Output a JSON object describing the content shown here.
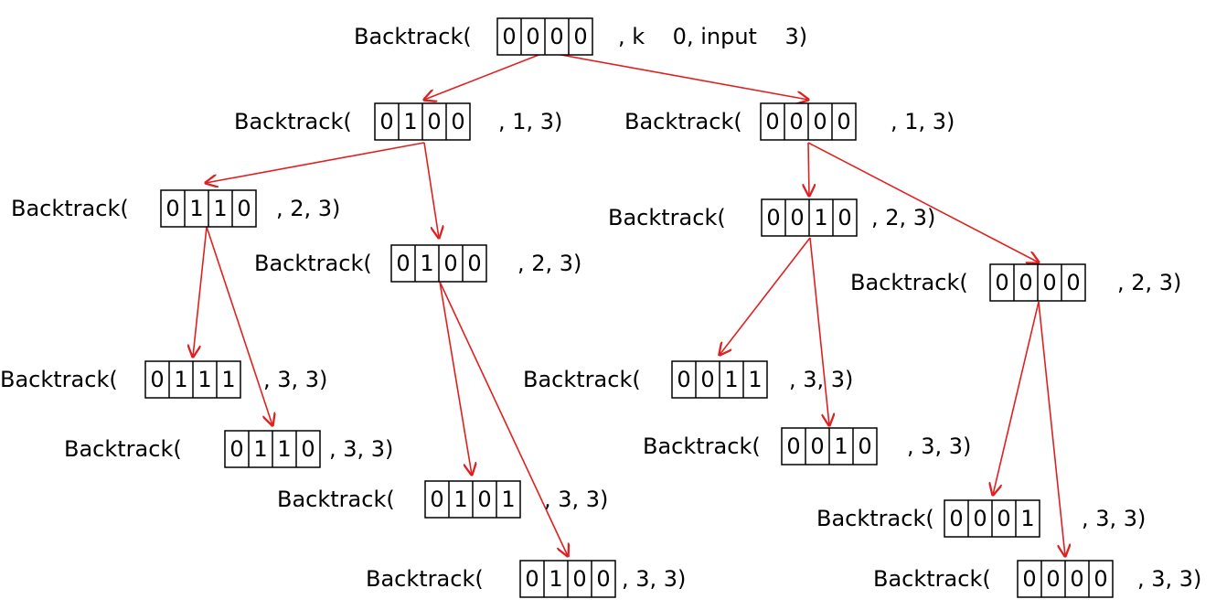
{
  "colors": {
    "edge": "#e02020",
    "text": "#000000",
    "background": "#ffffff"
  },
  "nodes": [
    {
      "id": "n0",
      "label": "Backtrack(",
      "bits": [
        "0",
        "0",
        "0",
        "0"
      ],
      "args": ", k    0, input    3)"
    },
    {
      "id": "n1",
      "label": "Backtrack(",
      "bits": [
        "0",
        "1",
        "0",
        "0"
      ],
      "args": ", 1, 3)"
    },
    {
      "id": "n2",
      "label": "Backtrack(",
      "bits": [
        "0",
        "0",
        "0",
        "0"
      ],
      "args": ", 1, 3)"
    },
    {
      "id": "n3",
      "label": "Backtrack(",
      "bits": [
        "0",
        "1",
        "1",
        "0"
      ],
      "args": ", 2, 3)"
    },
    {
      "id": "n4",
      "label": "Backtrack(",
      "bits": [
        "0",
        "1",
        "0",
        "0"
      ],
      "args": ", 2, 3)"
    },
    {
      "id": "n5",
      "label": "Backtrack(",
      "bits": [
        "0",
        "0",
        "1",
        "0"
      ],
      "args": ", 2, 3)"
    },
    {
      "id": "n6",
      "label": "Backtrack(",
      "bits": [
        "0",
        "0",
        "0",
        "0"
      ],
      "args": ", 2, 3)"
    },
    {
      "id": "n7",
      "label": "Backtrack(",
      "bits": [
        "0",
        "1",
        "1",
        "1"
      ],
      "args": ", 3, 3)"
    },
    {
      "id": "n8",
      "label": "Backtrack(",
      "bits": [
        "0",
        "1",
        "1",
        "0"
      ],
      "args": ", 3, 3)"
    },
    {
      "id": "n9",
      "label": "Backtrack(",
      "bits": [
        "0",
        "1",
        "0",
        "1"
      ],
      "args": ", 3, 3)"
    },
    {
      "id": "n10",
      "label": "Backtrack(",
      "bits": [
        "0",
        "1",
        "0",
        "0"
      ],
      "args": ", 3, 3)"
    },
    {
      "id": "n11",
      "label": "Backtrack(",
      "bits": [
        "0",
        "0",
        "1",
        "1"
      ],
      "args": ", 3, 3)"
    },
    {
      "id": "n12",
      "label": "Backtrack(",
      "bits": [
        "0",
        "0",
        "1",
        "0"
      ],
      "args": ", 3, 3)"
    },
    {
      "id": "n13",
      "label": "Backtrack(",
      "bits": [
        "0",
        "0",
        "0",
        "1"
      ],
      "args": ", 3, 3)"
    },
    {
      "id": "n14",
      "label": "Backtrack(",
      "bits": [
        "0",
        "0",
        "0",
        "0"
      ],
      "args": ", 3, 3)"
    }
  ],
  "edges": [
    [
      "n0",
      "n1"
    ],
    [
      "n0",
      "n2"
    ],
    [
      "n1",
      "n3"
    ],
    [
      "n1",
      "n4"
    ],
    [
      "n2",
      "n5"
    ],
    [
      "n2",
      "n6"
    ],
    [
      "n3",
      "n7"
    ],
    [
      "n3",
      "n8"
    ],
    [
      "n4",
      "n9"
    ],
    [
      "n4",
      "n10"
    ],
    [
      "n5",
      "n11"
    ],
    [
      "n5",
      "n12"
    ],
    [
      "n6",
      "n13"
    ],
    [
      "n6",
      "n14"
    ]
  ]
}
